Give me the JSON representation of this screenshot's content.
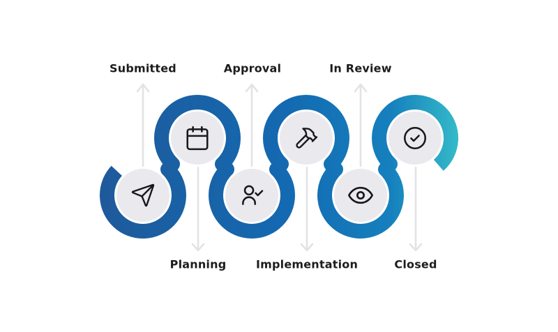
{
  "diagram": {
    "type": "process-flow-serpentine",
    "steps": [
      {
        "label": "Submitted",
        "icon": "send-icon",
        "label_position": "top",
        "arrow_direction": "up"
      },
      {
        "label": "Planning",
        "icon": "calendar-icon",
        "label_position": "bottom",
        "arrow_direction": "down"
      },
      {
        "label": "Approval",
        "icon": "user-check-icon",
        "label_position": "top",
        "arrow_direction": "up"
      },
      {
        "label": "Implementation",
        "icon": "hammer-icon",
        "label_position": "bottom",
        "arrow_direction": "down"
      },
      {
        "label": "In Review",
        "icon": "eye-icon",
        "label_position": "top",
        "arrow_direction": "up"
      },
      {
        "label": "Closed",
        "icon": "check-circle-icon",
        "label_position": "bottom",
        "arrow_direction": "down"
      }
    ],
    "colors": {
      "ribbon_start": "#1e5a9b",
      "ribbon_mid1": "#1469b1",
      "ribbon_mid2": "#1580bd",
      "ribbon_end": "#36bdc9",
      "node_fill": "#eae9ed",
      "icon_stroke": "#18181a",
      "label_color": "#1c1c1e",
      "arrow_color": "#e3e3e6",
      "background": "#ffffff"
    }
  }
}
